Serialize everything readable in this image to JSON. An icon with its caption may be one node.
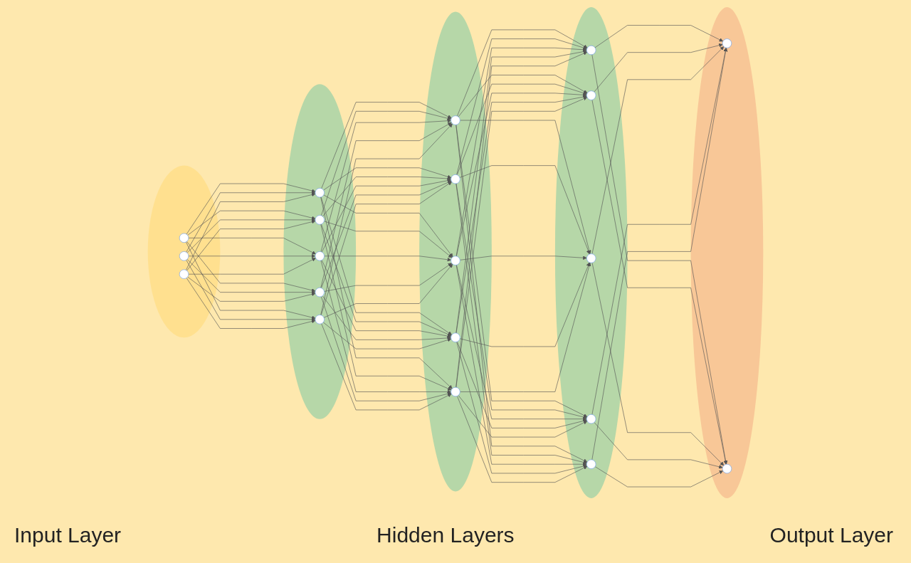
{
  "diagram": {
    "nodes": [
      {
        "text": [],
        "shape": "ellipse"
      },
      {
        "text": [],
        "shape": "circle",
        "in": 0
      },
      {
        "text": [],
        "shape": "circle",
        "in": 0
      },
      {
        "text": [],
        "shape": "circle",
        "in": 0
      },
      {
        "text": [],
        "shape": "ellipse"
      },
      {
        "text": [],
        "shape": "circle",
        "in": 4
      },
      {
        "text": [],
        "shape": "circle",
        "in": 4
      },
      {
        "text": [],
        "shape": "circle",
        "in": 4
      },
      {
        "text": [],
        "shape": "circle",
        "in": 4
      },
      {
        "text": [],
        "shape": "circle",
        "in": 4
      },
      {
        "text": [],
        "shape": "ellipse"
      },
      {
        "text": [],
        "shape": "circle",
        "in": 10
      },
      {
        "text": [],
        "shape": "circle",
        "in": 10
      },
      {
        "text": [],
        "shape": "circle",
        "in": 10
      },
      {
        "text": [],
        "shape": "circle",
        "in": 10
      },
      {
        "text": [],
        "shape": "circle",
        "in": 10
      },
      {
        "text": [],
        "shape": "ellipse"
      },
      {
        "text": [],
        "shape": "circle",
        "in": 16
      },
      {
        "text": [],
        "shape": "circle",
        "in": 16
      },
      {
        "text": [],
        "shape": "circle",
        "in": 16
      },
      {
        "text": [],
        "shape": "circle",
        "in": 16
      },
      {
        "text": [],
        "shape": "circle",
        "in": 16
      },
      {
        "text": [],
        "shape": "ellipse"
      },
      {
        "text": [],
        "shape": "circle",
        "in": 22
      },
      {
        "text": [],
        "shape": "circle",
        "in": 22
      }
    ],
    "edges": [
      {
        "from": 1,
        "to": 5,
        "arrow": "to"
      },
      {
        "from": 1,
        "to": 6,
        "arrow": "to"
      },
      {
        "from": 1,
        "to": 7,
        "arrow": "to"
      },
      {
        "from": 1,
        "to": 8,
        "arrow": "to"
      },
      {
        "from": 1,
        "to": 9,
        "arrow": "to"
      },
      {
        "from": 2,
        "to": 5,
        "arrow": "to"
      },
      {
        "from": 2,
        "to": 6,
        "arrow": "to"
      },
      {
        "from": 2,
        "to": 7,
        "arrow": "to"
      },
      {
        "from": 2,
        "to": 8,
        "arrow": "to"
      },
      {
        "from": 2,
        "to": 9,
        "arrow": "to"
      },
      {
        "from": 3,
        "to": 5,
        "arrow": "to"
      },
      {
        "from": 3,
        "to": 6,
        "arrow": "to"
      },
      {
        "from": 3,
        "to": 7,
        "arrow": "to"
      },
      {
        "from": 3,
        "to": 8,
        "arrow": "to"
      },
      {
        "from": 3,
        "to": 9,
        "arrow": "to"
      },
      {
        "from": 5,
        "to": 11,
        "arrow": "to"
      },
      {
        "from": 5,
        "to": 12,
        "arrow": "to"
      },
      {
        "from": 5,
        "to": 13,
        "arrow": "to"
      },
      {
        "from": 5,
        "to": 14,
        "arrow": "to"
      },
      {
        "from": 5,
        "to": 15,
        "arrow": "to"
      },
      {
        "from": 6,
        "to": 11,
        "arrow": "to"
      },
      {
        "from": 6,
        "to": 12,
        "arrow": "to"
      },
      {
        "from": 6,
        "to": 13,
        "arrow": "to"
      },
      {
        "from": 6,
        "to": 14,
        "arrow": "to"
      },
      {
        "from": 6,
        "to": 15,
        "arrow": "to"
      },
      {
        "from": 7,
        "to": 11,
        "arrow": "to"
      },
      {
        "from": 7,
        "to": 12,
        "arrow": "to"
      },
      {
        "from": 7,
        "to": 13,
        "arrow": "to"
      },
      {
        "from": 7,
        "to": 14,
        "arrow": "to"
      },
      {
        "from": 7,
        "to": 15,
        "arrow": "to"
      },
      {
        "from": 8,
        "to": 11,
        "arrow": "to"
      },
      {
        "from": 8,
        "to": 12,
        "arrow": "to"
      },
      {
        "from": 8,
        "to": 13,
        "arrow": "to"
      },
      {
        "from": 8,
        "to": 14,
        "arrow": "to"
      },
      {
        "from": 8,
        "to": 15,
        "arrow": "to"
      },
      {
        "from": 9,
        "to": 11,
        "arrow": "to"
      },
      {
        "from": 9,
        "to": 12,
        "arrow": "to"
      },
      {
        "from": 9,
        "to": 13,
        "arrow": "to"
      },
      {
        "from": 9,
        "to": 14,
        "arrow": "to"
      },
      {
        "from": 9,
        "to": 15,
        "arrow": "to"
      },
      {
        "from": 11,
        "to": 17,
        "arrow": "to"
      },
      {
        "from": 11,
        "to": 18,
        "arrow": "to"
      },
      {
        "from": 11,
        "to": 19,
        "arrow": "to"
      },
      {
        "from": 11,
        "to": 20,
        "arrow": "to"
      },
      {
        "from": 11,
        "to": 21,
        "arrow": "to"
      },
      {
        "from": 12,
        "to": 17,
        "arrow": "to"
      },
      {
        "from": 12,
        "to": 18,
        "arrow": "to"
      },
      {
        "from": 12,
        "to": 19,
        "arrow": "to"
      },
      {
        "from": 12,
        "to": 20,
        "arrow": "to"
      },
      {
        "from": 12,
        "to": 21,
        "arrow": "to"
      },
      {
        "from": 13,
        "to": 17,
        "arrow": "to"
      },
      {
        "from": 13,
        "to": 18,
        "arrow": "to"
      },
      {
        "from": 13,
        "to": 19,
        "arrow": "to"
      },
      {
        "from": 13,
        "to": 20,
        "arrow": "to"
      },
      {
        "from": 13,
        "to": 21,
        "arrow": "to"
      },
      {
        "from": 14,
        "to": 17,
        "arrow": "to"
      },
      {
        "from": 14,
        "to": 18,
        "arrow": "to"
      },
      {
        "from": 14,
        "to": 19,
        "arrow": "to"
      },
      {
        "from": 14,
        "to": 20,
        "arrow": "to"
      },
      {
        "from": 14,
        "to": 21,
        "arrow": "to"
      },
      {
        "from": 15,
        "to": 17,
        "arrow": "to"
      },
      {
        "from": 15,
        "to": 18,
        "arrow": "to"
      },
      {
        "from": 15,
        "to": 19,
        "arrow": "to"
      },
      {
        "from": 15,
        "to": 20,
        "arrow": "to"
      },
      {
        "from": 15,
        "to": 21,
        "arrow": "to"
      },
      {
        "from": 17,
        "to": 23,
        "arrow": "to"
      },
      {
        "from": 17,
        "to": 24,
        "arrow": "to"
      },
      {
        "from": 18,
        "to": 23,
        "arrow": "to"
      },
      {
        "from": 18,
        "to": 24,
        "arrow": "to"
      },
      {
        "from": 19,
        "to": 23,
        "arrow": "to"
      },
      {
        "from": 19,
        "to": 24,
        "arrow": "to"
      },
      {
        "from": 20,
        "to": 23,
        "arrow": "to"
      },
      {
        "from": 20,
        "to": 24,
        "arrow": "to"
      },
      {
        "from": 21,
        "to": 23,
        "arrow": "to"
      },
      {
        "from": 21,
        "to": 24,
        "arrow": "to"
      }
    ],
    "labels": [
      "Input Layer",
      "Hidden Layers",
      "Output Layer"
    ]
  }
}
